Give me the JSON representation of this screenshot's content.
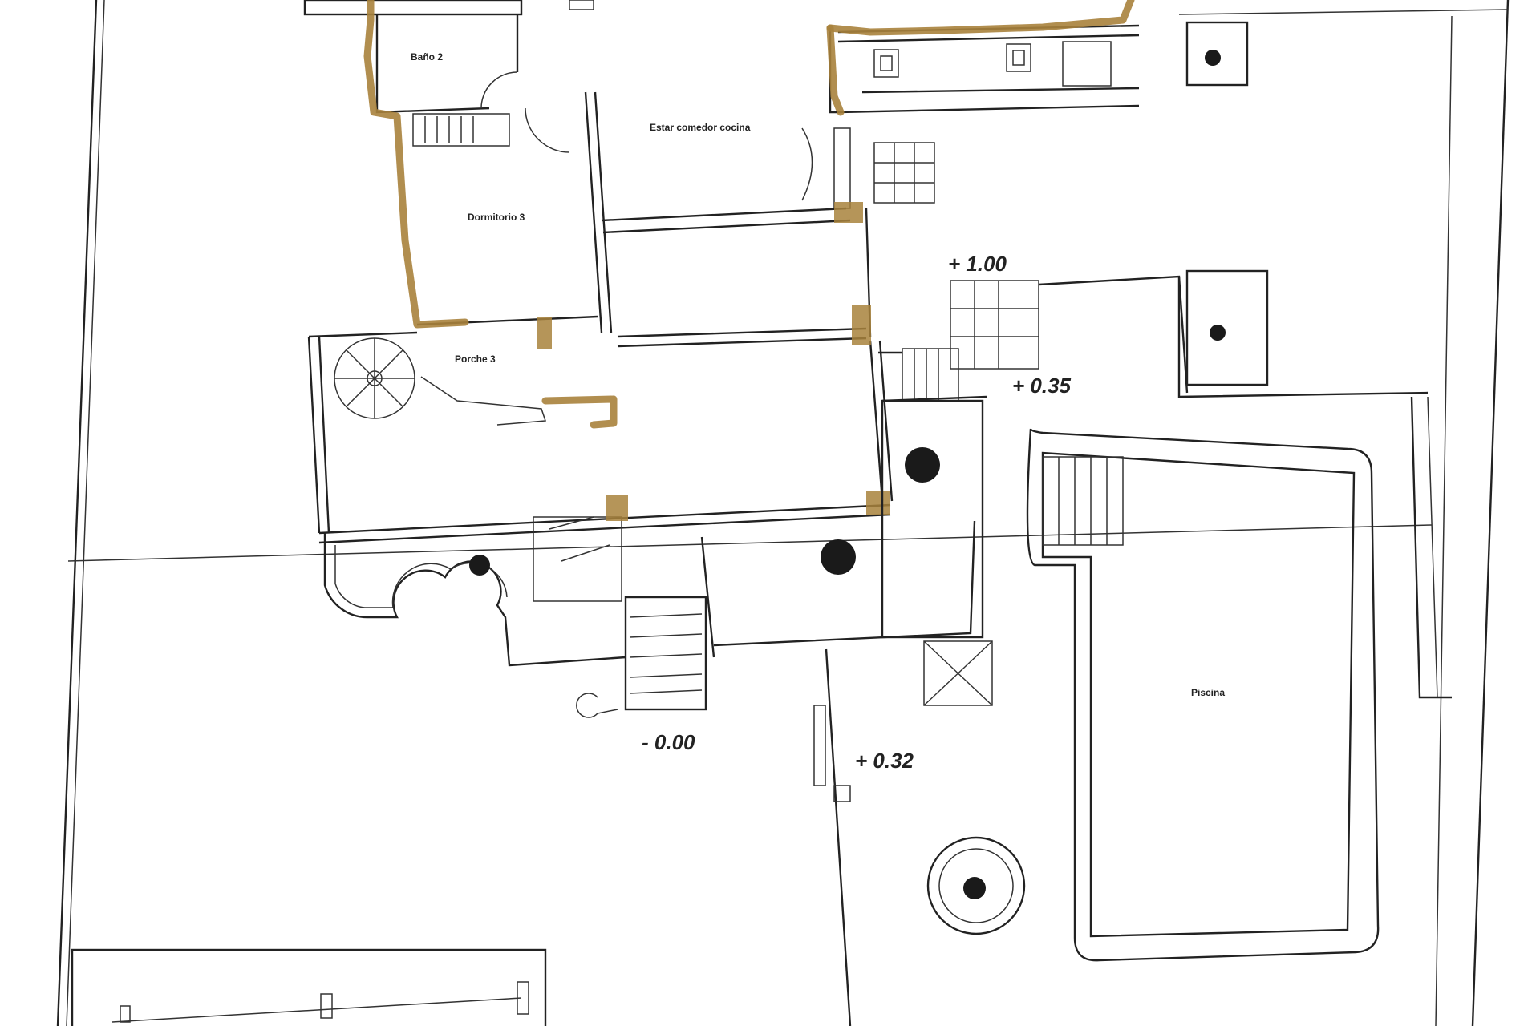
{
  "rooms": {
    "bano2": "Baño 2",
    "estar": "Estar comedor cocina",
    "dormitorio3": "Dormitorio 3",
    "porche3": "Porche 3",
    "piscina": "Piscina"
  },
  "levels": {
    "l100": "+ 1.00",
    "l035": "+ 0.35",
    "l000": "- 0.00",
    "l032": "+ 0.32"
  },
  "colors": {
    "line": "#222222",
    "renovated_walls": "#a8823c",
    "paper": "#ffffff"
  }
}
